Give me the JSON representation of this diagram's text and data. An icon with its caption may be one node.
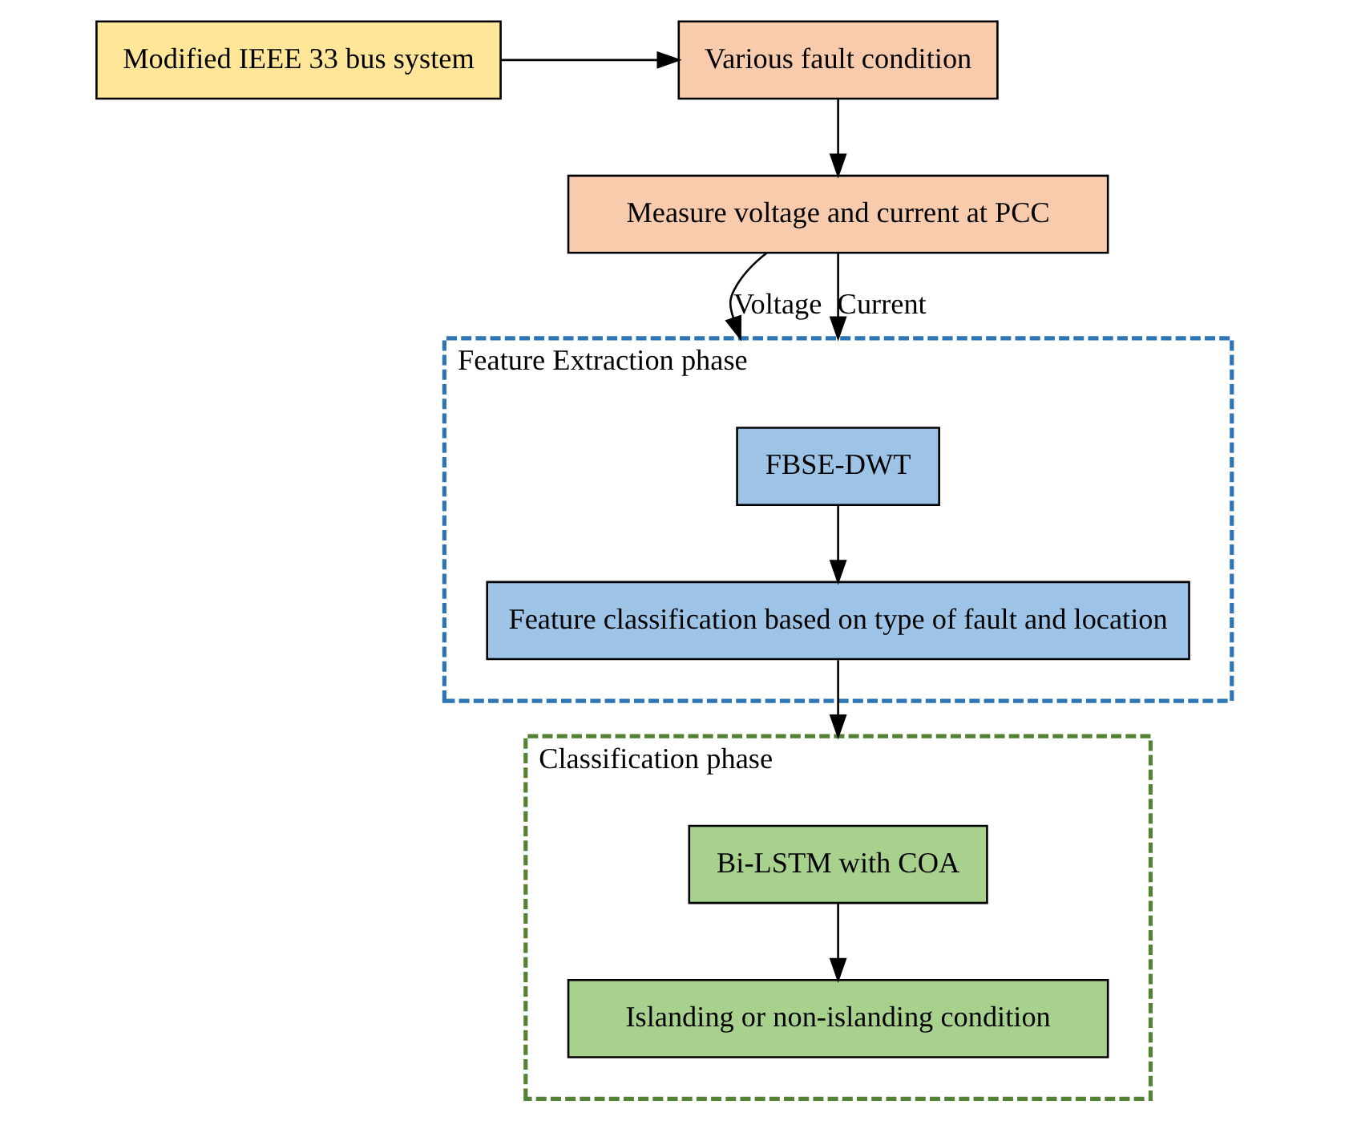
{
  "diagram": {
    "nodes": [
      {
        "text": [
          "Modified IEEE 33 bus system"
        ]
      },
      {
        "text": [
          "Various fault condition"
        ]
      },
      {
        "text": [
          "Measure voltage and current at PCC"
        ]
      },
      {
        "text": [
          "Feature Extraction phase"
        ]
      },
      {
        "text": [
          "FBSE-DWT"
        ],
        "in": 3
      },
      {
        "text": [
          "Feature classification based on type of fault and location"
        ],
        "in": 3
      },
      {
        "text": [
          "Classification phase"
        ]
      },
      {
        "text": [
          "Bi-LSTM with COA"
        ],
        "in": 6
      },
      {
        "text": [
          "Islanding or non-islanding condition"
        ],
        "in": 6
      }
    ],
    "edges": [
      {
        "from": 0,
        "to": 1,
        "arrow": "to"
      },
      {
        "from": 1,
        "to": 2,
        "arrow": "to"
      },
      {
        "from": 2,
        "to": 3,
        "arrow": "to",
        "label": "Voltage"
      },
      {
        "from": 2,
        "to": 3,
        "arrow": "to",
        "label": "Current"
      },
      {
        "from": 4,
        "to": 5,
        "arrow": "to"
      },
      {
        "from": 5,
        "to": 6,
        "arrow": "to"
      },
      {
        "from": 7,
        "to": 8,
        "arrow": "to"
      }
    ]
  }
}
